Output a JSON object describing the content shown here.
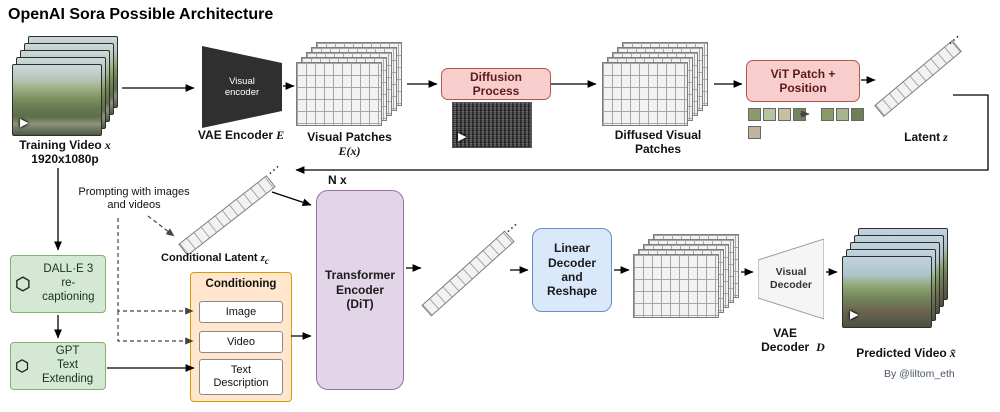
{
  "title": "OpenAI Sora Possible Architecture",
  "credit": "By @liltom_eth",
  "icons": {
    "openai_logo": "openai-hexagon",
    "play": "▶",
    "ellipsis": "···"
  },
  "colors": {
    "pink": "#f8cecc",
    "pink_border": "#b85450",
    "purple": "#e1d5e7",
    "purple_border": "#9673a6",
    "blue": "#dae8fc",
    "blue_border": "#6c8ebf",
    "green": "#d5e8d4",
    "green_border": "#82b366",
    "orange": "#ffe6cc",
    "orange_border": "#d79b00"
  },
  "nodes": {
    "training_video": {
      "label": "Training Video",
      "var": "x",
      "resolution": "1920x1080p"
    },
    "vae_encoder": {
      "inner": "Visual encoder",
      "label": "VAE Encoder",
      "var": "E"
    },
    "visual_patches": {
      "label": "Visual Patches",
      "var": "E(x)"
    },
    "diffusion_process": {
      "label": "Diffusion Process"
    },
    "diffused_patches": {
      "label": "Diffused Visual Patches"
    },
    "vit": {
      "label": "ViT Patch + Position"
    },
    "latent": {
      "label": "Latent",
      "var": "z"
    },
    "prompting": {
      "label": "Prompting with images and videos"
    },
    "conditional_latent": {
      "label": "Conditional Latent",
      "var": "z",
      "sub": "c"
    },
    "n_x": "N x",
    "dit": {
      "label": "Transformer Encoder (DiT)"
    },
    "linear_decoder": {
      "label": "Linear Decoder and Reshape"
    },
    "visual_decoder": {
      "inner": "Visual Decoder",
      "label": "VAE Decoder",
      "var": "D"
    },
    "predicted_video": {
      "label": "Predicted Video",
      "var": "x̃"
    },
    "dalle": {
      "name": "DALL·E 3",
      "task": "re-captioning"
    },
    "gpt": {
      "name": "GPT",
      "task": "Text Extending"
    },
    "conditioning": {
      "title": "Conditioning",
      "items": [
        "Image",
        "Video",
        "Text Description"
      ]
    }
  }
}
